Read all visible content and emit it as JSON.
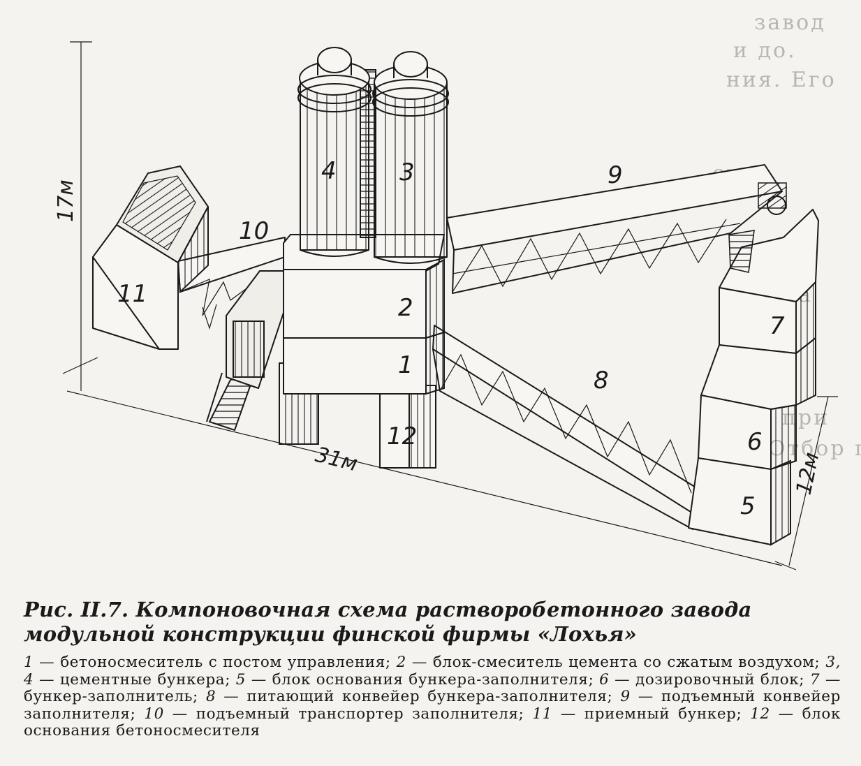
{
  "figure": {
    "height_label": "17м",
    "length_label": "31м",
    "width_label": "12м",
    "components": [
      {
        "num": "1",
        "text": "бетоносмеситель с постом управления"
      },
      {
        "num": "2",
        "text": "блок-смеситель цемента со сжатым воздухом"
      },
      {
        "num": "3",
        "text": "цементные бункера"
      },
      {
        "num": "4",
        "text": "цементные бункера"
      },
      {
        "num": "5",
        "text": "блок основания бункера-заполнителя"
      },
      {
        "num": "6",
        "text": "дозировочный блок"
      },
      {
        "num": "7",
        "text": "бункер-заполнитель"
      },
      {
        "num": "8",
        "text": "питающий конвейер бункера-заполнителя"
      },
      {
        "num": "9",
        "text": "подъемный конвейер заполнителя"
      },
      {
        "num": "10",
        "text": "подъемный транспортер заполнителя"
      },
      {
        "num": "11",
        "text": "приемный бункер"
      },
      {
        "num": "12",
        "text": "блок основания бетоносмесителя"
      }
    ]
  },
  "caption": {
    "title": "Рис. II.7. Компоновочная схема растворобетонного завода модульной конструкции финской фирмы «Лохья»"
  },
  "legend": {
    "items": [
      {
        "num": "1",
        "sep": " — ",
        "text": "бетоносмеситель с постом управления; "
      },
      {
        "num": "2",
        "sep": " — ",
        "text": "блок-смеситель цемента со сжатым воздухом; "
      },
      {
        "num": "3, 4",
        "sep": " — ",
        "text": "цементные бункера; "
      },
      {
        "num": "5",
        "sep": " — ",
        "text": "блок основания бункера-заполнителя; "
      },
      {
        "num": "6",
        "sep": " — ",
        "text": "дозировочный блок; "
      },
      {
        "num": "7",
        "sep": " — ",
        "text": "бункер-заполнитель; "
      },
      {
        "num": "8",
        "sep": " — ",
        "text": "питающий конвейер бункера-заполнителя; "
      },
      {
        "num": "9",
        "sep": " — ",
        "text": "подъемный конвейер заполнителя; "
      },
      {
        "num": "10",
        "sep": " — ",
        "text": "подъемный транспортер заполнителя; "
      },
      {
        "num": "11",
        "sep": " — ",
        "text": "приемный бункер; "
      },
      {
        "num": "12",
        "sep": " — ",
        "text": "блок основания бетоносмесителя"
      }
    ]
  }
}
